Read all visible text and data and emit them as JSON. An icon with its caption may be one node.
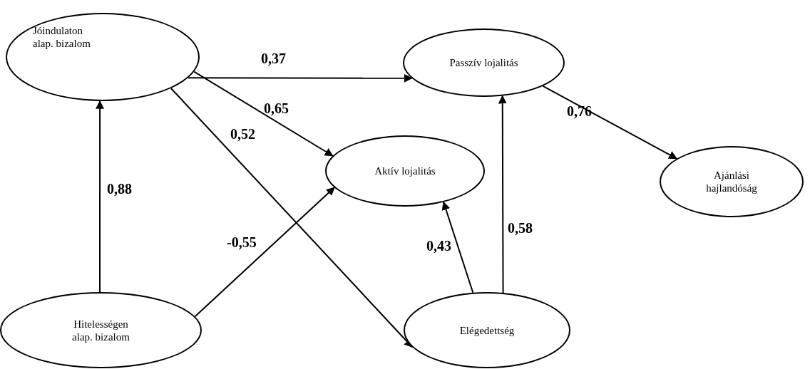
{
  "diagram": {
    "nodes": [
      {
        "text": [
          "Jóindulaton alap. bizalom"
        ]
      },
      {
        "text": [
          "Passzív lojalitás"
        ]
      },
      {
        "text": [
          "Aktív lojalitás"
        ]
      },
      {
        "text": [
          "Ajánlási hajlandóság"
        ]
      },
      {
        "text": [
          "Hitelességen alap. bizalom"
        ]
      },
      {
        "text": [
          "Elégedettség"
        ]
      }
    ],
    "edges": [
      {
        "from": 0,
        "to": 1,
        "arrow": "to",
        "label": "0,37"
      },
      {
        "from": 0,
        "to": 2,
        "arrow": "to",
        "label": "0,65"
      },
      {
        "from": 0,
        "to": 5,
        "arrow": "to",
        "label": "0,52"
      },
      {
        "from": 4,
        "to": 0,
        "arrow": "to",
        "label": "0,88"
      },
      {
        "from": 4,
        "to": 2,
        "arrow": "to",
        "label": "-0,55"
      },
      {
        "from": 5,
        "to": 2,
        "arrow": "to",
        "label": "0,43"
      },
      {
        "from": 5,
        "to": 1,
        "arrow": "to",
        "label": "0,58"
      },
      {
        "from": 1,
        "to": 3,
        "arrow": "to",
        "label": "0,76"
      }
    ]
  }
}
